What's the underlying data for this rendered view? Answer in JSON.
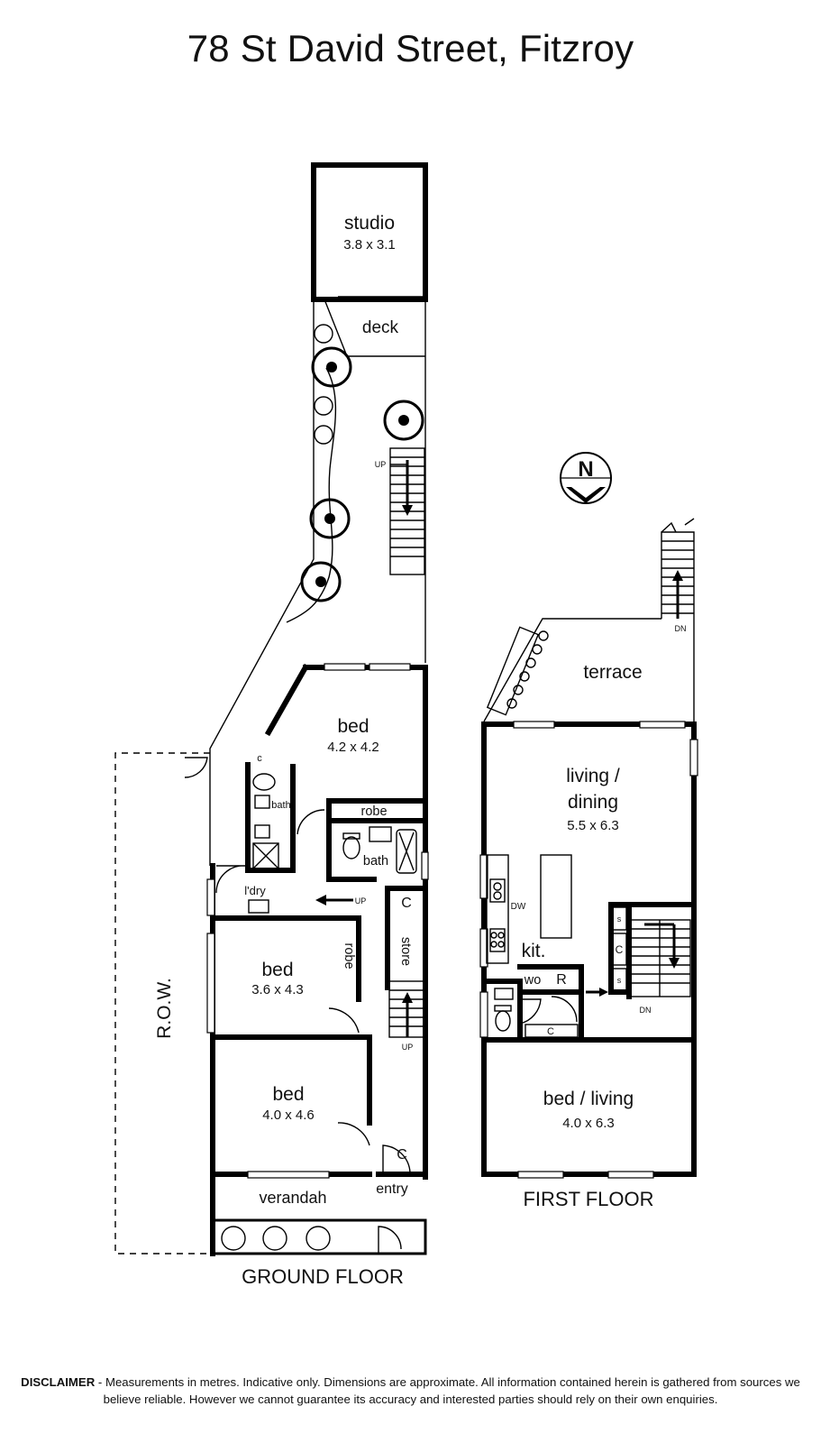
{
  "title": "78 St David Street, Fitzroy",
  "floors": {
    "ground": "GROUND FLOOR",
    "first": "FIRST FLOOR"
  },
  "rooms": {
    "studio": {
      "name": "studio",
      "dims": "3.8 x 3.1"
    },
    "deck": {
      "name": "deck"
    },
    "bed_rear": {
      "name": "bed",
      "dims": "4.2 x 4.2"
    },
    "bath_a": {
      "name": "bath"
    },
    "robe_a": {
      "name": "robe"
    },
    "bath_b": {
      "name": "bath"
    },
    "c_small": {
      "name": "c"
    },
    "laundry": {
      "name": "l'dry"
    },
    "c_ground": {
      "name": "C"
    },
    "store": {
      "name": "store"
    },
    "robe_b": {
      "name": "robe"
    },
    "bed_mid": {
      "name": "bed",
      "dims": "3.6 x 4.3"
    },
    "bed_front": {
      "name": "bed",
      "dims": "4.0 x 4.6"
    },
    "c_entry": {
      "name": "C"
    },
    "entry": {
      "name": "entry"
    },
    "verandah": {
      "name": "verandah"
    },
    "row": {
      "name": "R.O.W."
    },
    "terrace": {
      "name": "terrace"
    },
    "living": {
      "name_line1": "living /",
      "name_line2": "dining",
      "dims": "5.5 x 6.3"
    },
    "dw": {
      "name": "DW"
    },
    "kit": {
      "name": "kit."
    },
    "wo": {
      "name": "wo"
    },
    "r": {
      "name": "R"
    },
    "s1": {
      "name": "s"
    },
    "c_first": {
      "name": "C"
    },
    "s2": {
      "name": "s"
    },
    "c_wc": {
      "name": "C"
    },
    "bed_living": {
      "name": "bed / living",
      "dims": "4.0 x 6.3"
    }
  },
  "stairs": {
    "up_garden": "UP",
    "up_ground": "UP",
    "up_store": "UP",
    "dn_terrace": "DN",
    "dn_first": "DN"
  },
  "compass": {
    "label": "N"
  },
  "disclaimer": {
    "heading": "DISCLAIMER",
    "text": " - Measurements in metres. Indicative only. Dimensions are approximate. All information contained herein is gathered from sources we believe reliable. However we cannot guarantee its accuracy and interested parties should rely on their own enquiries."
  }
}
